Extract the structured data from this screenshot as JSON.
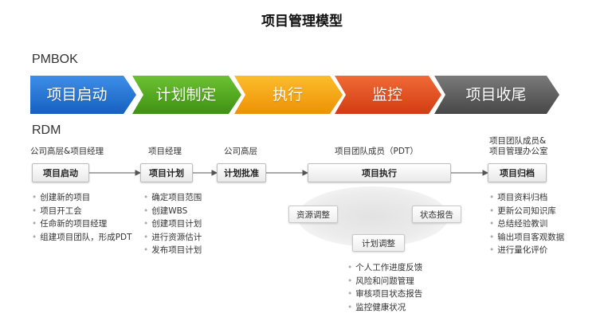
{
  "title": "项目管理模型",
  "pmbok": {
    "label": "PMBOK",
    "phases": [
      {
        "label": "项目启动",
        "color": "#1a6fd1"
      },
      {
        "label": "计划制定",
        "color": "#4ea51b"
      },
      {
        "label": "执行",
        "color": "#f4a10d"
      },
      {
        "label": "监控",
        "color": "#e0481c"
      },
      {
        "label": "项目收尾",
        "color": "#5c5c5c"
      }
    ]
  },
  "rdm": {
    "label": "RDM",
    "roles": [
      "公司高层&项目经理",
      "项目经理",
      "公司高层",
      "项目团队成员（PDT）",
      "项目团队成员&",
      "项目管理办公室"
    ],
    "nodes": [
      "项目启动",
      "项目计划",
      "计划批准",
      "项目执行",
      "项目归档"
    ],
    "execution_subs": [
      "资源调整",
      "状态报告",
      "计划调整"
    ],
    "bullets": {
      "start": [
        "创建新的项目",
        "项目开工会",
        "任命新的项目经理",
        "组建项目团队，形成PDT"
      ],
      "plan": [
        "确定项目范围",
        "创建WBS",
        "创建项目计划",
        "进行资源估计",
        "发布项目计划"
      ],
      "execute": [
        "个人工作进度反馈",
        "风险和问题管理",
        "审核项目状态报告",
        "监控健康状况"
      ],
      "archive": [
        "项目资料归档",
        "更新公司知识库",
        "总结经验教训",
        "输出项目客观数据",
        "进行量化评价"
      ]
    }
  }
}
